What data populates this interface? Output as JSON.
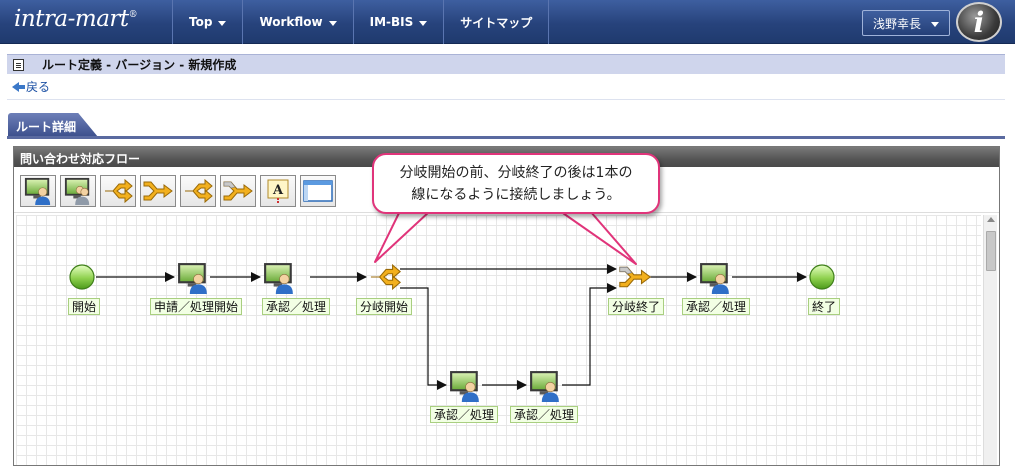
{
  "header": {
    "logo_text": "intra-mart",
    "logo_mark": "®",
    "nav": [
      {
        "label": "Top"
      },
      {
        "label": "Workflow"
      },
      {
        "label": "IM-BIS"
      },
      {
        "label": "サイトマップ"
      }
    ],
    "user_name": "浅野幸長",
    "avatar_letter": "i"
  },
  "page": {
    "title": "ルート定義 - バージョン - 新規作成",
    "back_label": "戻る"
  },
  "tab": {
    "label": "ルート詳細"
  },
  "flow": {
    "title": "問い合わせ対応フロー",
    "toolbar": [
      {
        "icon": "user-node-icon"
      },
      {
        "icon": "multi-user-node-icon"
      },
      {
        "icon": "branch-start-icon"
      },
      {
        "icon": "branch-end-icon"
      },
      {
        "icon": "branch-start-gray-icon"
      },
      {
        "icon": "branch-end-gray-icon"
      },
      {
        "icon": "text-label-icon",
        "glyph": "A"
      },
      {
        "icon": "window-icon"
      }
    ],
    "nodes": [
      {
        "label": "開始",
        "type": "start"
      },
      {
        "label": "申請／処理開始",
        "type": "user"
      },
      {
        "label": "承認／処理",
        "type": "user"
      },
      {
        "label": "分岐開始",
        "type": "branch-start"
      },
      {
        "label": "分岐終了",
        "type": "branch-end"
      },
      {
        "label": "承認／処理",
        "type": "user"
      },
      {
        "label": "終了",
        "type": "end"
      },
      {
        "label": "承認／処理",
        "type": "user"
      },
      {
        "label": "承認／処理",
        "type": "user"
      }
    ]
  },
  "callout": {
    "line1": "分岐開始の前、分岐終了の後は1本の",
    "line2": "線になるように接続しましょう。"
  },
  "colors": {
    "header": "#27437c",
    "title_bar": "#cfd5ec",
    "callout_border": "#e0347a",
    "node_label_bg": "#f2ffe4",
    "start_node": "#8fd14f",
    "branch": "#f2b01e"
  }
}
